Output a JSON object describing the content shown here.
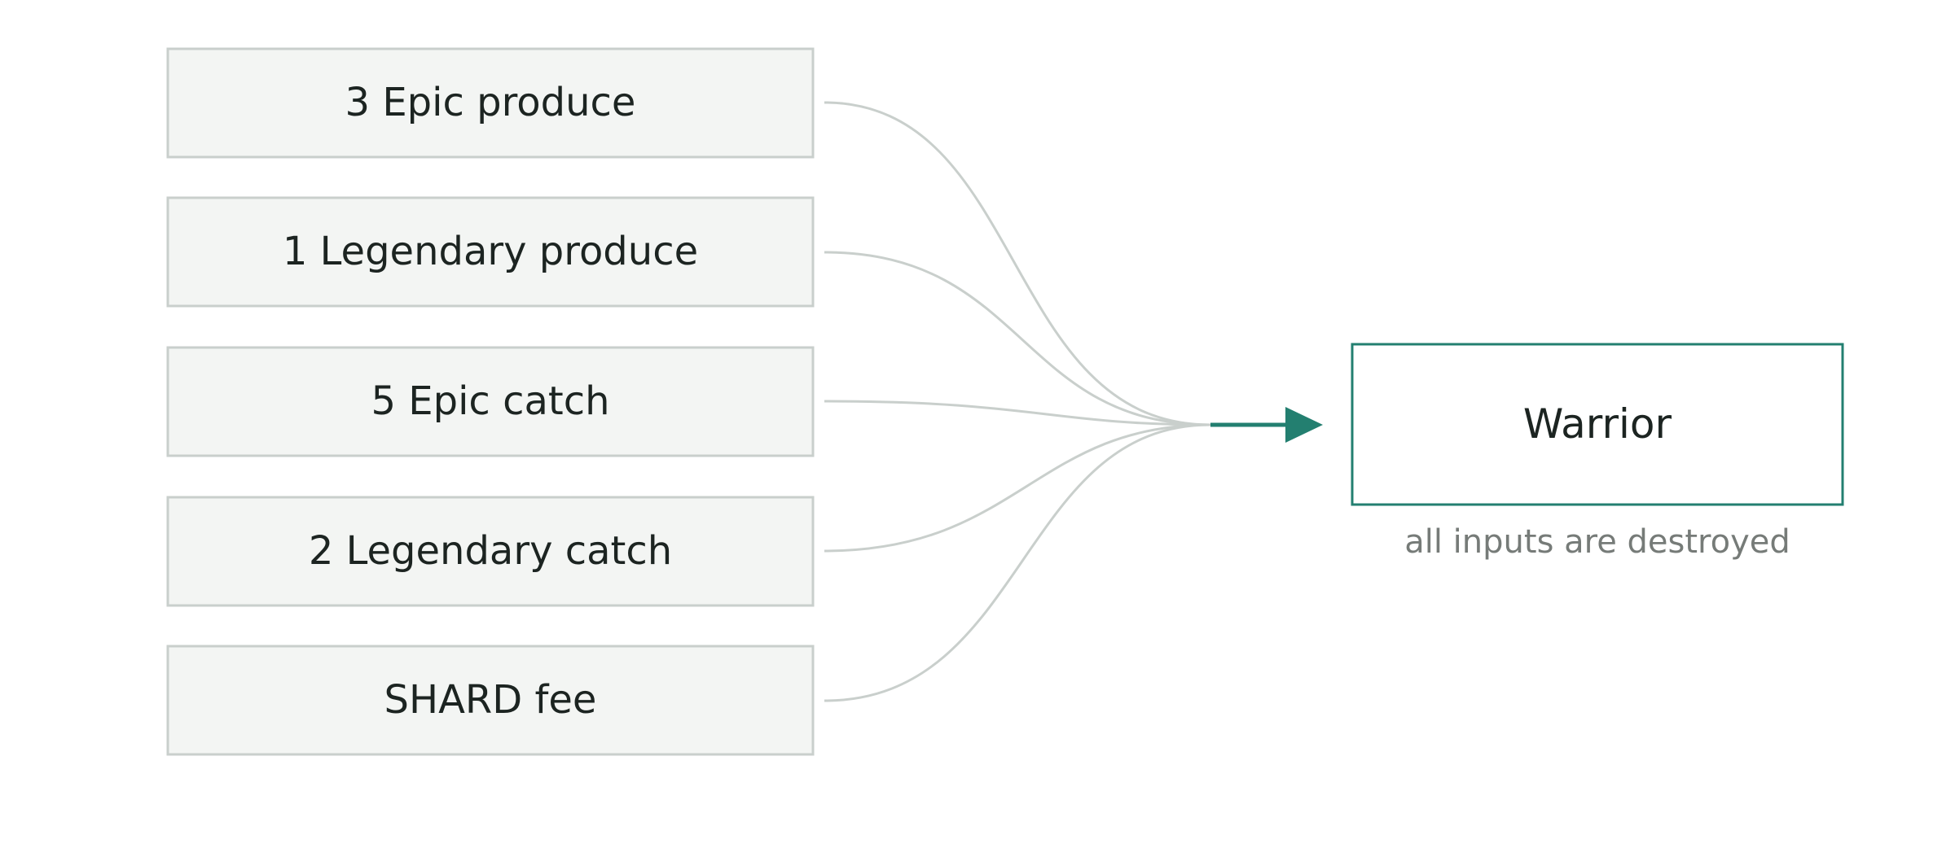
{
  "inputs": [
    {
      "label": "3 Epic produce"
    },
    {
      "label": "1 Legendary produce"
    },
    {
      "label": "5 Epic catch"
    },
    {
      "label": "2 Legendary catch"
    },
    {
      "label": "SHARD fee"
    }
  ],
  "output": {
    "label": "Warrior",
    "note": "all inputs are destroyed"
  },
  "colors": {
    "accent": "#237f70",
    "input_fill": "#f3f5f3",
    "input_stroke": "#c9cfcc",
    "text": "#1c2421",
    "muted_text": "#767b78"
  }
}
